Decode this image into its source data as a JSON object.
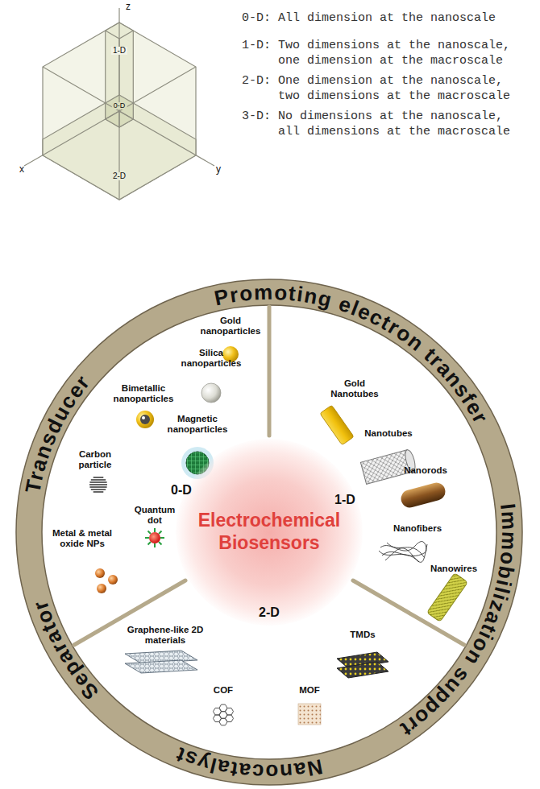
{
  "diagram": {
    "nodes": [
      {
        "text": [
          "Electrochemical Biosensors"
        ]
      }
    ],
    "labels": [
      "z",
      "y",
      "x",
      "1-D",
      "0-D",
      "2-D",
      "0-D: All dimension at the nanoscale",
      "1-D: Two dimensions at the nanoscale, one dimension at the macroscale",
      "2-D: One dimension at the nanoscale, two dimensions at the macroscale",
      "3-D: No dimensions at the nanoscale, all dimensions at the macroscale",
      "Promoting electron transfer",
      "Immobilization support",
      "Nanocatalyst",
      "Separator",
      "Transducer",
      "Gold nanoparticles",
      "Silica nanoparticles",
      "Bimetallic nanoparticles",
      "Magnetic nanoparticles",
      "Carbon particle",
      "0-D",
      "Quantum dot",
      "Metal & metal oxide NPs",
      "Gold Nanotubes",
      "Nanotubes",
      "Nanorods",
      "1-D",
      "Nanofibers",
      "Nanowires",
      "2-D",
      "Graphene-like 2D materials",
      "TMDs",
      "COF",
      "MOF"
    ]
  }
}
